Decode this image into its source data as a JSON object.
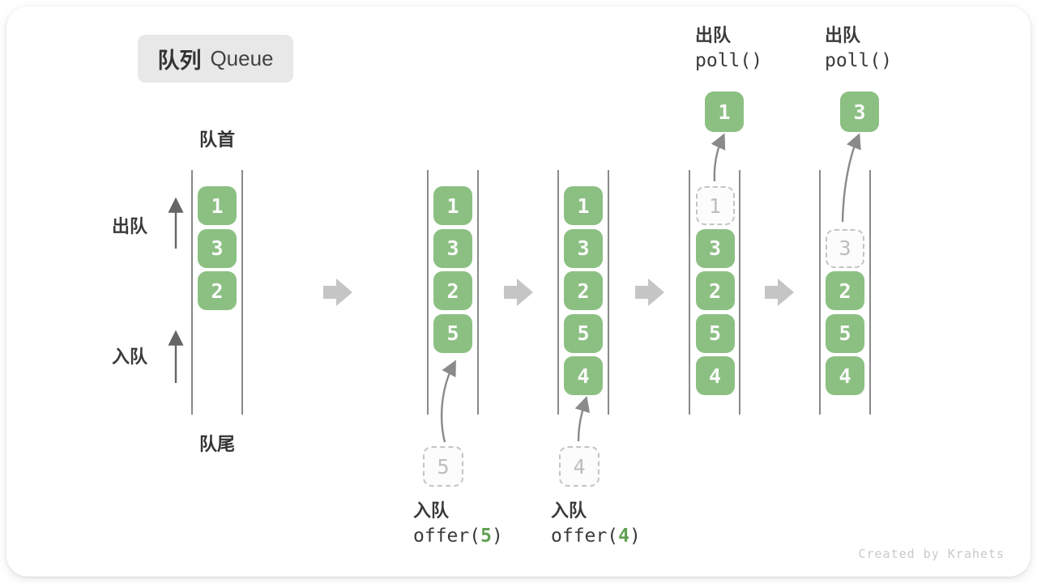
{
  "title": {
    "zh": "队列",
    "en": "Queue"
  },
  "labels": {
    "front": "队首",
    "rear": "队尾",
    "dequeue": "出队",
    "enqueue": "入队"
  },
  "colors": {
    "cell_green": "#8CC083",
    "code_arg_green": "#5FA052"
  },
  "states": [
    {
      "cells": [
        {
          "value": "1",
          "slot": 0,
          "style": "full"
        },
        {
          "value": "3",
          "slot": 1,
          "style": "full"
        },
        {
          "value": "2",
          "slot": 2,
          "style": "full"
        }
      ]
    },
    {
      "cells": [
        {
          "value": "1",
          "slot": 0,
          "style": "full"
        },
        {
          "value": "3",
          "slot": 1,
          "style": "full"
        },
        {
          "value": "2",
          "slot": 2,
          "style": "full"
        },
        {
          "value": "5",
          "slot": 3,
          "style": "full"
        }
      ]
    },
    {
      "cells": [
        {
          "value": "1",
          "slot": 0,
          "style": "full"
        },
        {
          "value": "3",
          "slot": 1,
          "style": "full"
        },
        {
          "value": "2",
          "slot": 2,
          "style": "full"
        },
        {
          "value": "5",
          "slot": 3,
          "style": "full"
        },
        {
          "value": "4",
          "slot": 4,
          "style": "full"
        }
      ]
    },
    {
      "cells": [
        {
          "value": "1",
          "slot": 0,
          "style": "dashed"
        },
        {
          "value": "3",
          "slot": 1,
          "style": "full"
        },
        {
          "value": "2",
          "slot": 2,
          "style": "full"
        },
        {
          "value": "5",
          "slot": 3,
          "style": "full"
        },
        {
          "value": "4",
          "slot": 4,
          "style": "full"
        }
      ]
    },
    {
      "cells": [
        {
          "value": "3",
          "slot": 1,
          "style": "dashed"
        },
        {
          "value": "2",
          "slot": 2,
          "style": "full"
        },
        {
          "value": "5",
          "slot": 3,
          "style": "full"
        },
        {
          "value": "4",
          "slot": 4,
          "style": "full"
        }
      ]
    }
  ],
  "extras": {
    "staged_5": "5",
    "staged_4": "4",
    "polled_1": "1",
    "polled_3": "3"
  },
  "ops": {
    "offer5": {
      "label": "入队",
      "fn": "offer(",
      "arg": "5",
      "close": ")"
    },
    "offer4": {
      "label": "入队",
      "fn": "offer(",
      "arg": "4",
      "close": ")"
    },
    "poll1": {
      "label": "出队",
      "fn": "poll()"
    },
    "poll2": {
      "label": "出队",
      "fn": "poll()"
    }
  },
  "watermark": "Created by Krahets"
}
